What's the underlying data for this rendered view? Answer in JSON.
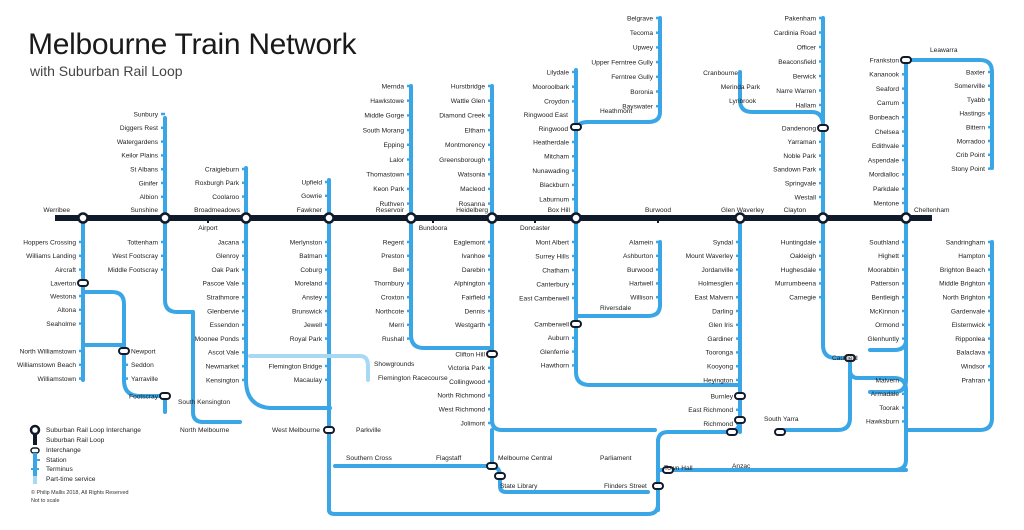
{
  "header": {
    "title": "Melbourne Train Network",
    "subtitle": "with Suburban Rail Loop"
  },
  "colors": {
    "line": "#3aa6e6",
    "part_time": "#a9d8f5",
    "loop": "#111a2b",
    "background": "#ffffff"
  },
  "legend": {
    "srl_interchange": "Suburban Rail Loop Interchange",
    "srl": "Suburban Rail Loop",
    "interchange": "Interchange",
    "station": "Station",
    "terminus": "Terminus",
    "part_time": "Part-time service"
  },
  "copyright": {
    "line1": "© Philip Mallis 2018, All Rights Reserved",
    "line2": "Not to scale"
  },
  "srl_stations": [
    "Werribee",
    "Sunshine",
    "Airport",
    "Broadmeadows",
    "Fawkner",
    "Reservoir",
    "Bundoora",
    "Heidelberg",
    "Doncaster",
    "Box Hill",
    "Burwood",
    "Glen Waverley",
    "Clayton",
    "Cheltenham"
  ],
  "stations": {
    "sunbury_line": [
      "Sunbury",
      "Diggers Rest",
      "Watergardens",
      "Keilor Plains",
      "St Albans",
      "Ginifer",
      "Albion",
      "Tottenham",
      "West Footscray",
      "Middle Footscray"
    ],
    "werribee_line": [
      "Hoppers Crossing",
      "Williams Landing",
      "Aircraft",
      "Laverton",
      "Westona",
      "Altona",
      "Seaholme",
      "North Williamstown",
      "Williamstown Beach",
      "Williamstown",
      "Newport",
      "Seddon",
      "Yarraville",
      "Footscray",
      "South Kensington"
    ],
    "craigieburn_line": [
      "Craigieburn",
      "Roxburgh Park",
      "Coolaroo",
      "Jacana",
      "Glenroy",
      "Oak Park",
      "Pascoe Vale",
      "Strathmore",
      "Glenbervie",
      "Essendon",
      "Moonee Ponds",
      "Ascot Vale",
      "Newmarket",
      "Kensington",
      "North Melbourne"
    ],
    "upfield_line": [
      "Upfield",
      "Gowrie",
      "Merlynston",
      "Batman",
      "Coburg",
      "Moreland",
      "Anstey",
      "Brunswick",
      "Jewell",
      "Royal Park",
      "Flemington Bridge",
      "Macaulay",
      "West Melbourne",
      "Showgrounds",
      "Flemington Racecourse"
    ],
    "mernda_line": [
      "Mernda",
      "Hawkstowe",
      "Middle Gorge",
      "South Morang",
      "Epping",
      "Lalor",
      "Thomastown",
      "Keon Park",
      "Ruthven",
      "Regent",
      "Preston",
      "Bell",
      "Thornbury",
      "Croxton",
      "Northcote",
      "Merri",
      "Rushall"
    ],
    "hurstbridge_line": [
      "Hurstbridge",
      "Wattle Glen",
      "Diamond Creek",
      "Eltham",
      "Montmorency",
      "Greensborough",
      "Watsonia",
      "Macleod",
      "Rosanna",
      "Eaglemont",
      "Ivanhoe",
      "Darebin",
      "Alphington",
      "Fairfield",
      "Dennis",
      "Westgarth",
      "Clifton Hill",
      "Victoria Park",
      "Collingwood",
      "North Richmond",
      "West Richmond",
      "Jolimont"
    ],
    "lilydale_line": [
      "Lilydale",
      "Mooroolbark",
      "Croydon",
      "Ringwood East",
      "Ringwood",
      "Heatherdale",
      "Mitcham",
      "Nunawading",
      "Blackburn",
      "Laburnum",
      "Mont Albert",
      "Surrey Hills",
      "Chatham",
      "Canterbury",
      "East Camberwell",
      "Camberwell",
      "Auburn",
      "Glenferrie",
      "Hawthorn"
    ],
    "belgrave_line": [
      "Belgrave",
      "Tecoma",
      "Upwey",
      "Upper Ferntree Gully",
      "Ferntree Gully",
      "Boronia",
      "Bayswater",
      "Heathmont"
    ],
    "alamein_line": [
      "Alamein",
      "Ashburton",
      "Burwood",
      "Hartwell",
      "Willison",
      "Riversdale"
    ],
    "glen_waverley_line": [
      "Syndal",
      "Mount Waverley",
      "Jordanville",
      "Holmesglen",
      "East Malvern",
      "Darling",
      "Glen Iris",
      "Gardiner",
      "Tooronga",
      "Kooyong",
      "Heyington",
      "Burnley",
      "East Richmond",
      "Richmond"
    ],
    "pakenham_line": [
      "Pakenham",
      "Cardinia Road",
      "Officer",
      "Beaconsfield",
      "Berwick",
      "Narre Warren",
      "Hallam",
      "Cranbourne",
      "Merinda Park",
      "Lynbrook",
      "Dandenong",
      "Yarraman",
      "Noble Park",
      "Sandown Park",
      "Springvale",
      "Westall",
      "Huntingdale",
      "Oakleigh",
      "Hughesdale",
      "Murrumbeena",
      "Carnegie",
      "Caulfield",
      "South Yarra"
    ],
    "frankston_line": [
      "Frankston",
      "Kananook",
      "Seaford",
      "Carrum",
      "Bonbeach",
      "Chelsea",
      "Edithvale",
      "Aspendale",
      "Mordialloc",
      "Parkdale",
      "Mentone",
      "Southland",
      "Highett",
      "Moorabbin",
      "Patterson",
      "Bentleigh",
      "McKinnon",
      "Ormond",
      "Glenhuntly",
      "Malvern",
      "Armadale",
      "Toorak",
      "Hawksburn"
    ],
    "stony_point_line": [
      "Leawarra",
      "Baxter",
      "Somerville",
      "Tyabb",
      "Hastings",
      "Bittern",
      "Morradoo",
      "Crib Point",
      "Stony Point"
    ],
    "sandringham_line": [
      "Sandringham",
      "Hampton",
      "Brighton Beach",
      "Middle Brighton",
      "North Brighton",
      "Gardenvale",
      "Elsternwick",
      "Ripponlea",
      "Balaclava",
      "Windsor",
      "Prahran"
    ],
    "city_loop": [
      "Parkville",
      "Southern Cross",
      "Flagstaff",
      "Melbourne Central",
      "Parliament",
      "State Library",
      "Flinders Street",
      "Town Hall",
      "Anzac"
    ]
  }
}
